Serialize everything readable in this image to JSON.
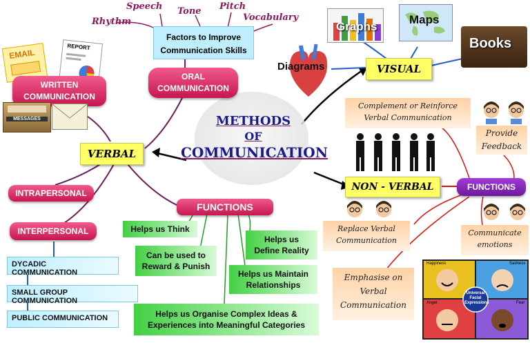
{
  "title": {
    "line1": "METHODS",
    "line2": "OF",
    "line3": "COMMUNICATION"
  },
  "verbal": {
    "label": "VERBAL"
  },
  "written": {
    "line1": "WRITTEN",
    "line2": "COMMUNICATION"
  },
  "oral": {
    "line1": "ORAL",
    "line2": "COMMUNICATION"
  },
  "factors": {
    "line1": "Factors to Improve",
    "line2": "Communication Skills",
    "items": [
      "Rhythm",
      "Speech",
      "Tone",
      "Pitch",
      "Vocabulary"
    ]
  },
  "intrapersonal": "INTRAPERSONAL",
  "interpersonal": "INTERPERSONAL",
  "interpersonal_types": [
    "DYCADIC COMMUNICATION",
    "SMALL GROUP COMMUNICATION",
    "PUBLIC COMMUNICATION"
  ],
  "verbal_functions": {
    "label": "FUNCTIONS",
    "items": [
      {
        "l1": "Helps us Think",
        "l2": ""
      },
      {
        "l1": "Can be used to",
        "l2": "Reward & Punish"
      },
      {
        "l1": "Helps us",
        "l2": "Define Reality"
      },
      {
        "l1": "Helps us Maintain",
        "l2": "Relationships"
      },
      {
        "l1": "Helps us Organise Complex Ideas &",
        "l2": "Experiences into Meaningful Categories"
      }
    ]
  },
  "visual": {
    "label": "VISUAL",
    "items": [
      "Graphs",
      "Maps",
      "Books",
      "Diagrams"
    ]
  },
  "nonverbal": {
    "label": "NON - VERBAL",
    "functions_label": "FUNCTIONS",
    "items": [
      {
        "l1": "Complement or Reinforce",
        "l2": "Verbal Communication",
        "l3": ""
      },
      {
        "l1": "Provide",
        "l2": "Feedback",
        "l3": ""
      },
      {
        "l1": "Replace Verbal",
        "l2": "Communication",
        "l3": ""
      },
      {
        "l1": "Communicate",
        "l2": "emotions",
        "l3": ""
      },
      {
        "l1": "Emphasise on",
        "l2": "Verbal",
        "l3": "Communication"
      }
    ]
  },
  "emotions_image": {
    "labels": [
      "Happiness",
      "Sadness",
      "Anger",
      "Fear"
    ],
    "center_l1": "Universal",
    "center_l2": "Facial",
    "center_l3": "Expressions"
  },
  "office_images": {
    "email": "EMAIL",
    "report": "REPORT",
    "messages": "MESSAGES"
  },
  "colors": {
    "pink": "#d81b60",
    "purple": "#6a1b5a",
    "yellow": "#ffff66",
    "green": "#44d044",
    "blue": "#bfefff",
    "orange": "#ffd2a6",
    "title_blue": "#1a1a8c"
  }
}
